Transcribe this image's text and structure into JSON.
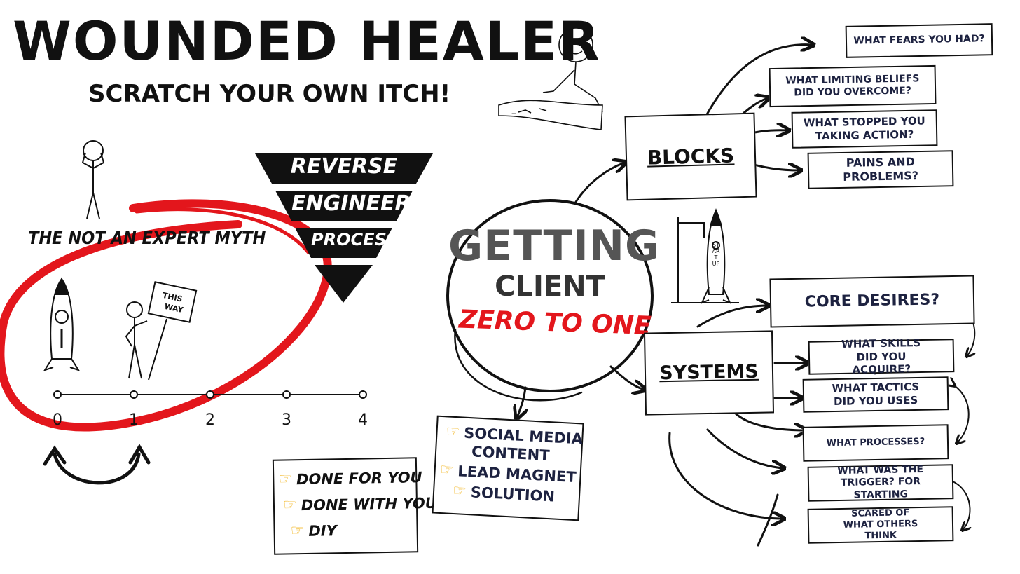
{
  "header": {
    "title": "WOUNDED HEALER",
    "subtitle": "SCRATCH YOUR OWN ITCH!"
  },
  "myth": {
    "label": "THE NOT AN EXPERT MYTH",
    "sign_text_1": "THIS",
    "sign_text_2": "WAY",
    "timeline": [
      "0",
      "1",
      "2",
      "3",
      "4"
    ]
  },
  "funnel": {
    "steps": [
      "REVERSE",
      "ENGINEER",
      "PROCESS"
    ]
  },
  "offer_list": {
    "items": [
      "DONE FOR YOU",
      "DONE WITH YOU",
      "DIY"
    ]
  },
  "content_list": {
    "items": [
      "SOCIAL MEDIA",
      "CONTENT",
      "LEAD MAGNET",
      "SOLUTION"
    ]
  },
  "hub": {
    "line1": "GETTING",
    "line2": "CLIENT",
    "line3": "ZERO TO ONE"
  },
  "blocks": {
    "label": "BLOCKS",
    "items": [
      "WHAT FEARS YOU HAD?",
      "WHAT LIMITING BELIEFS DID YOU OVERCOME?",
      "WHAT STOPPED YOU TAKING ACTION?",
      "PAINS AND PROBLEMS?"
    ]
  },
  "systems": {
    "label": "SYSTEMS",
    "items": [
      "CORE DESIRES?",
      "WHAT SKILLS DID YOU ACQUIRE?",
      "WHAT TACTICS DID YOU USES",
      "WHAT PROCESSES?",
      "WHAT WAS THE TRIGGER? FOR STARTING",
      "SCARED OF WHAT OTHERS THINK"
    ]
  },
  "rocket_label": "START UP",
  "colors": {
    "accent_red": "#e3161c",
    "ink": "#111111",
    "box_text": "#1d2240",
    "hand_emoji": "#f2b51f"
  }
}
